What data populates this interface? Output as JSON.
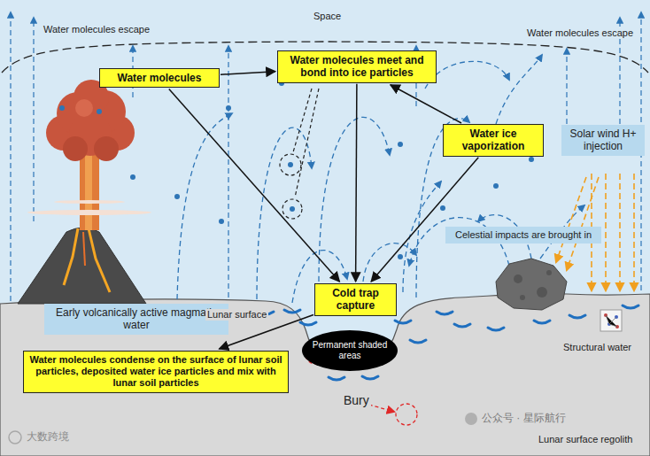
{
  "diagram": {
    "nodes": [
      {
        "text": [
          "Water molecules"
        ]
      },
      {
        "text": [
          "Water molecules meet and bond into ice particles"
        ]
      },
      {
        "text": [
          "Water ice vaporization"
        ]
      },
      {
        "text": [
          "Cold trap capture"
        ]
      },
      {
        "text": [
          "Water molecules condense on the surface of lunar soil particles, deposited water ice particles and mix with lunar soil particles"
        ]
      },
      {
        "text": [
          "Solar wind H+ injection"
        ]
      },
      {
        "text": [
          "Celestial impacts are brought in"
        ]
      },
      {
        "text": [
          "Early volcanically active magmatic water"
        ]
      },
      {
        "text": [
          "Permanent shaded areas"
        ]
      }
    ],
    "edges": [
      {
        "from": 0,
        "to": 1,
        "arrow": "to"
      },
      {
        "from": 0,
        "to": 3,
        "arrow": "to"
      },
      {
        "from": 1,
        "to": 3,
        "arrow": "to"
      },
      {
        "from": 2,
        "to": 1,
        "arrow": "to"
      },
      {
        "from": 2,
        "to": 3,
        "arrow": "to"
      },
      {
        "from": 3,
        "to": 4,
        "arrow": "to"
      }
    ],
    "labels": [
      "Space",
      "Water molecules escape",
      "Water molecules escape",
      "Lunar surface",
      "Structural water",
      "Bury",
      "Lunar surface regolith",
      "公众号 · 星际航行",
      "大数跨境"
    ]
  }
}
